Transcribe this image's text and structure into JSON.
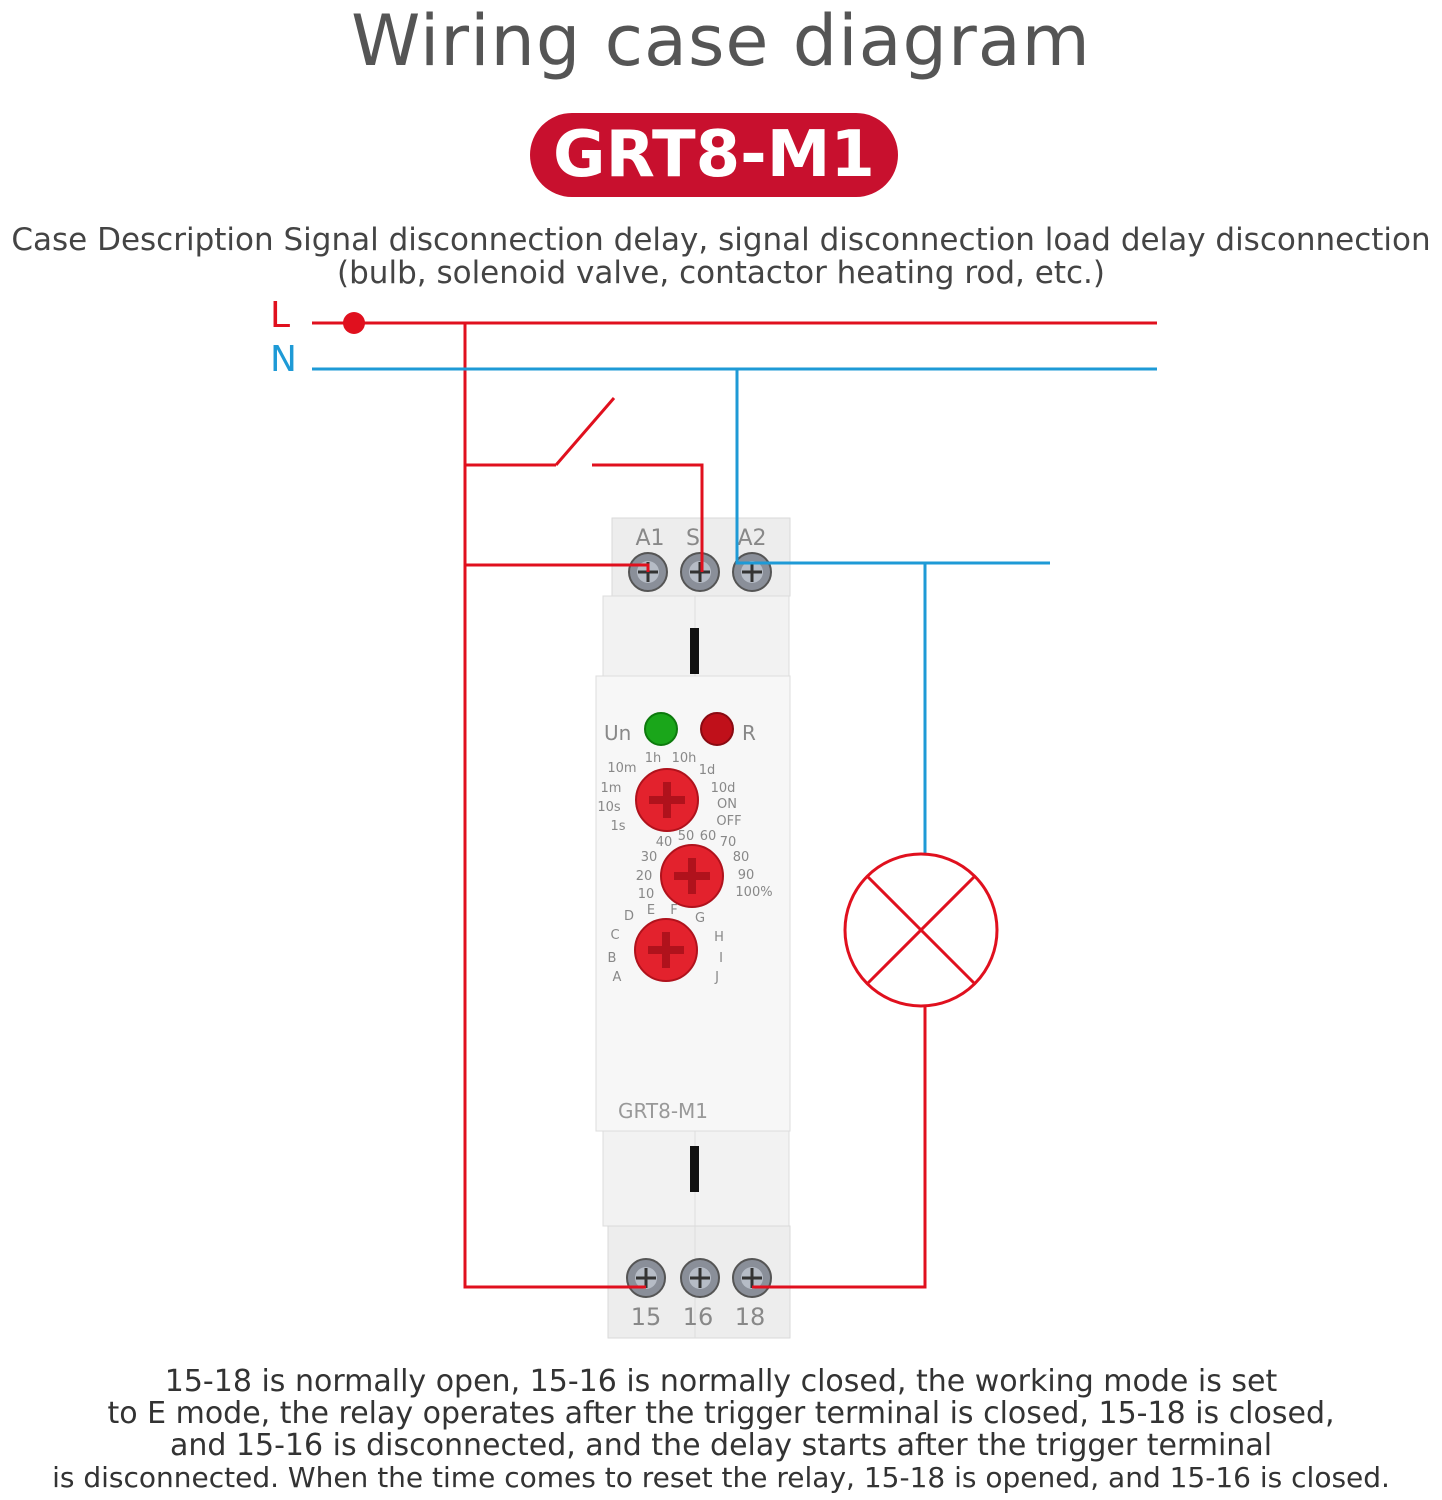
{
  "title": "Wiring case diagram",
  "model_badge": "GRT8-M1",
  "description": {
    "line1": "Case Description Signal disconnection delay, signal disconnection load delay disconnection",
    "line2": "(bulb, solenoid valve, contactor heating rod, etc.)"
  },
  "lines": {
    "live": "L",
    "neutral": "N"
  },
  "colors": {
    "live": "#e0101e",
    "neutral": "#1e9ad6",
    "badge": "#c8102e",
    "knob": "#e3222d",
    "led_green": "#1aa61a",
    "led_red": "#c0101a"
  },
  "relay": {
    "top_terminals": [
      "A1",
      "S",
      "A2"
    ],
    "bottom_terminals": [
      "15",
      "16",
      "18"
    ],
    "led_un": "Un",
    "led_r": "R",
    "model_label": "GRT8-M1",
    "dial1_labels": [
      "1h",
      "10h",
      "10m",
      "1d",
      "1m",
      "10d",
      "10s",
      "ON",
      "1s",
      "OFF"
    ],
    "dial2_labels": [
      "40",
      "50",
      "60",
      "70",
      "30",
      "80",
      "20",
      "90",
      "10",
      "100%"
    ],
    "dial3_labels": [
      "D",
      "E",
      "F",
      "G",
      "C",
      "H",
      "B",
      "I",
      "A",
      "J"
    ]
  },
  "notes": [
    "15-18 is normally open, 15-16 is normally closed, the working mode is set",
    "to E mode, the relay operates after the trigger terminal is closed, 15-18 is closed,",
    "and 15-16 is disconnected, and the delay starts after the trigger terminal",
    "is disconnected. When the time comes to reset the relay, 15-18 is opened, and 15-16 is closed."
  ]
}
